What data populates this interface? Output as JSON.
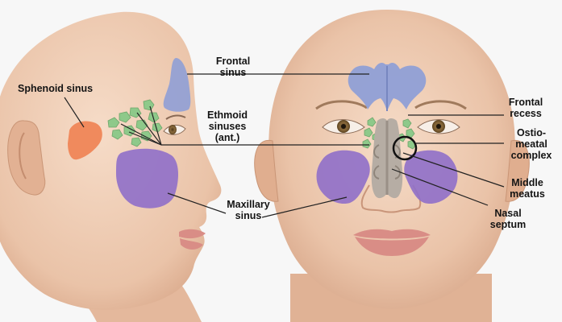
{
  "labels": {
    "sphenoid_sinus": "Sphenoid sinus",
    "frontal_sinus": [
      "Frontal",
      "sinus"
    ],
    "ethmoid_sinuses": [
      "Ethmoid",
      "sinuses",
      "(ant.)"
    ],
    "maxillary_sinus": [
      "Maxillary",
      "sinus"
    ],
    "frontal_recess": [
      "Frontal",
      "recess"
    ],
    "ostiomeatal_complex": [
      "Ostio-",
      "meatal",
      "complex"
    ],
    "middle_meatus": [
      "Middle",
      "meatus"
    ],
    "nasal_septum": [
      "Nasal",
      "septum"
    ]
  },
  "colors": {
    "skin": "#efcdb5",
    "skin_shadow": "#d9a98c",
    "frontal_sinus": "#8f9fd6",
    "sphenoid_sinus": "#f08a5d",
    "ethmoid_sinus": "#8ec98a",
    "maxillary_sinus": "#8f6fc9",
    "nasal_cavity": "#b6ada4",
    "lips": "#d98d86",
    "iris": "#8a6a3c"
  }
}
